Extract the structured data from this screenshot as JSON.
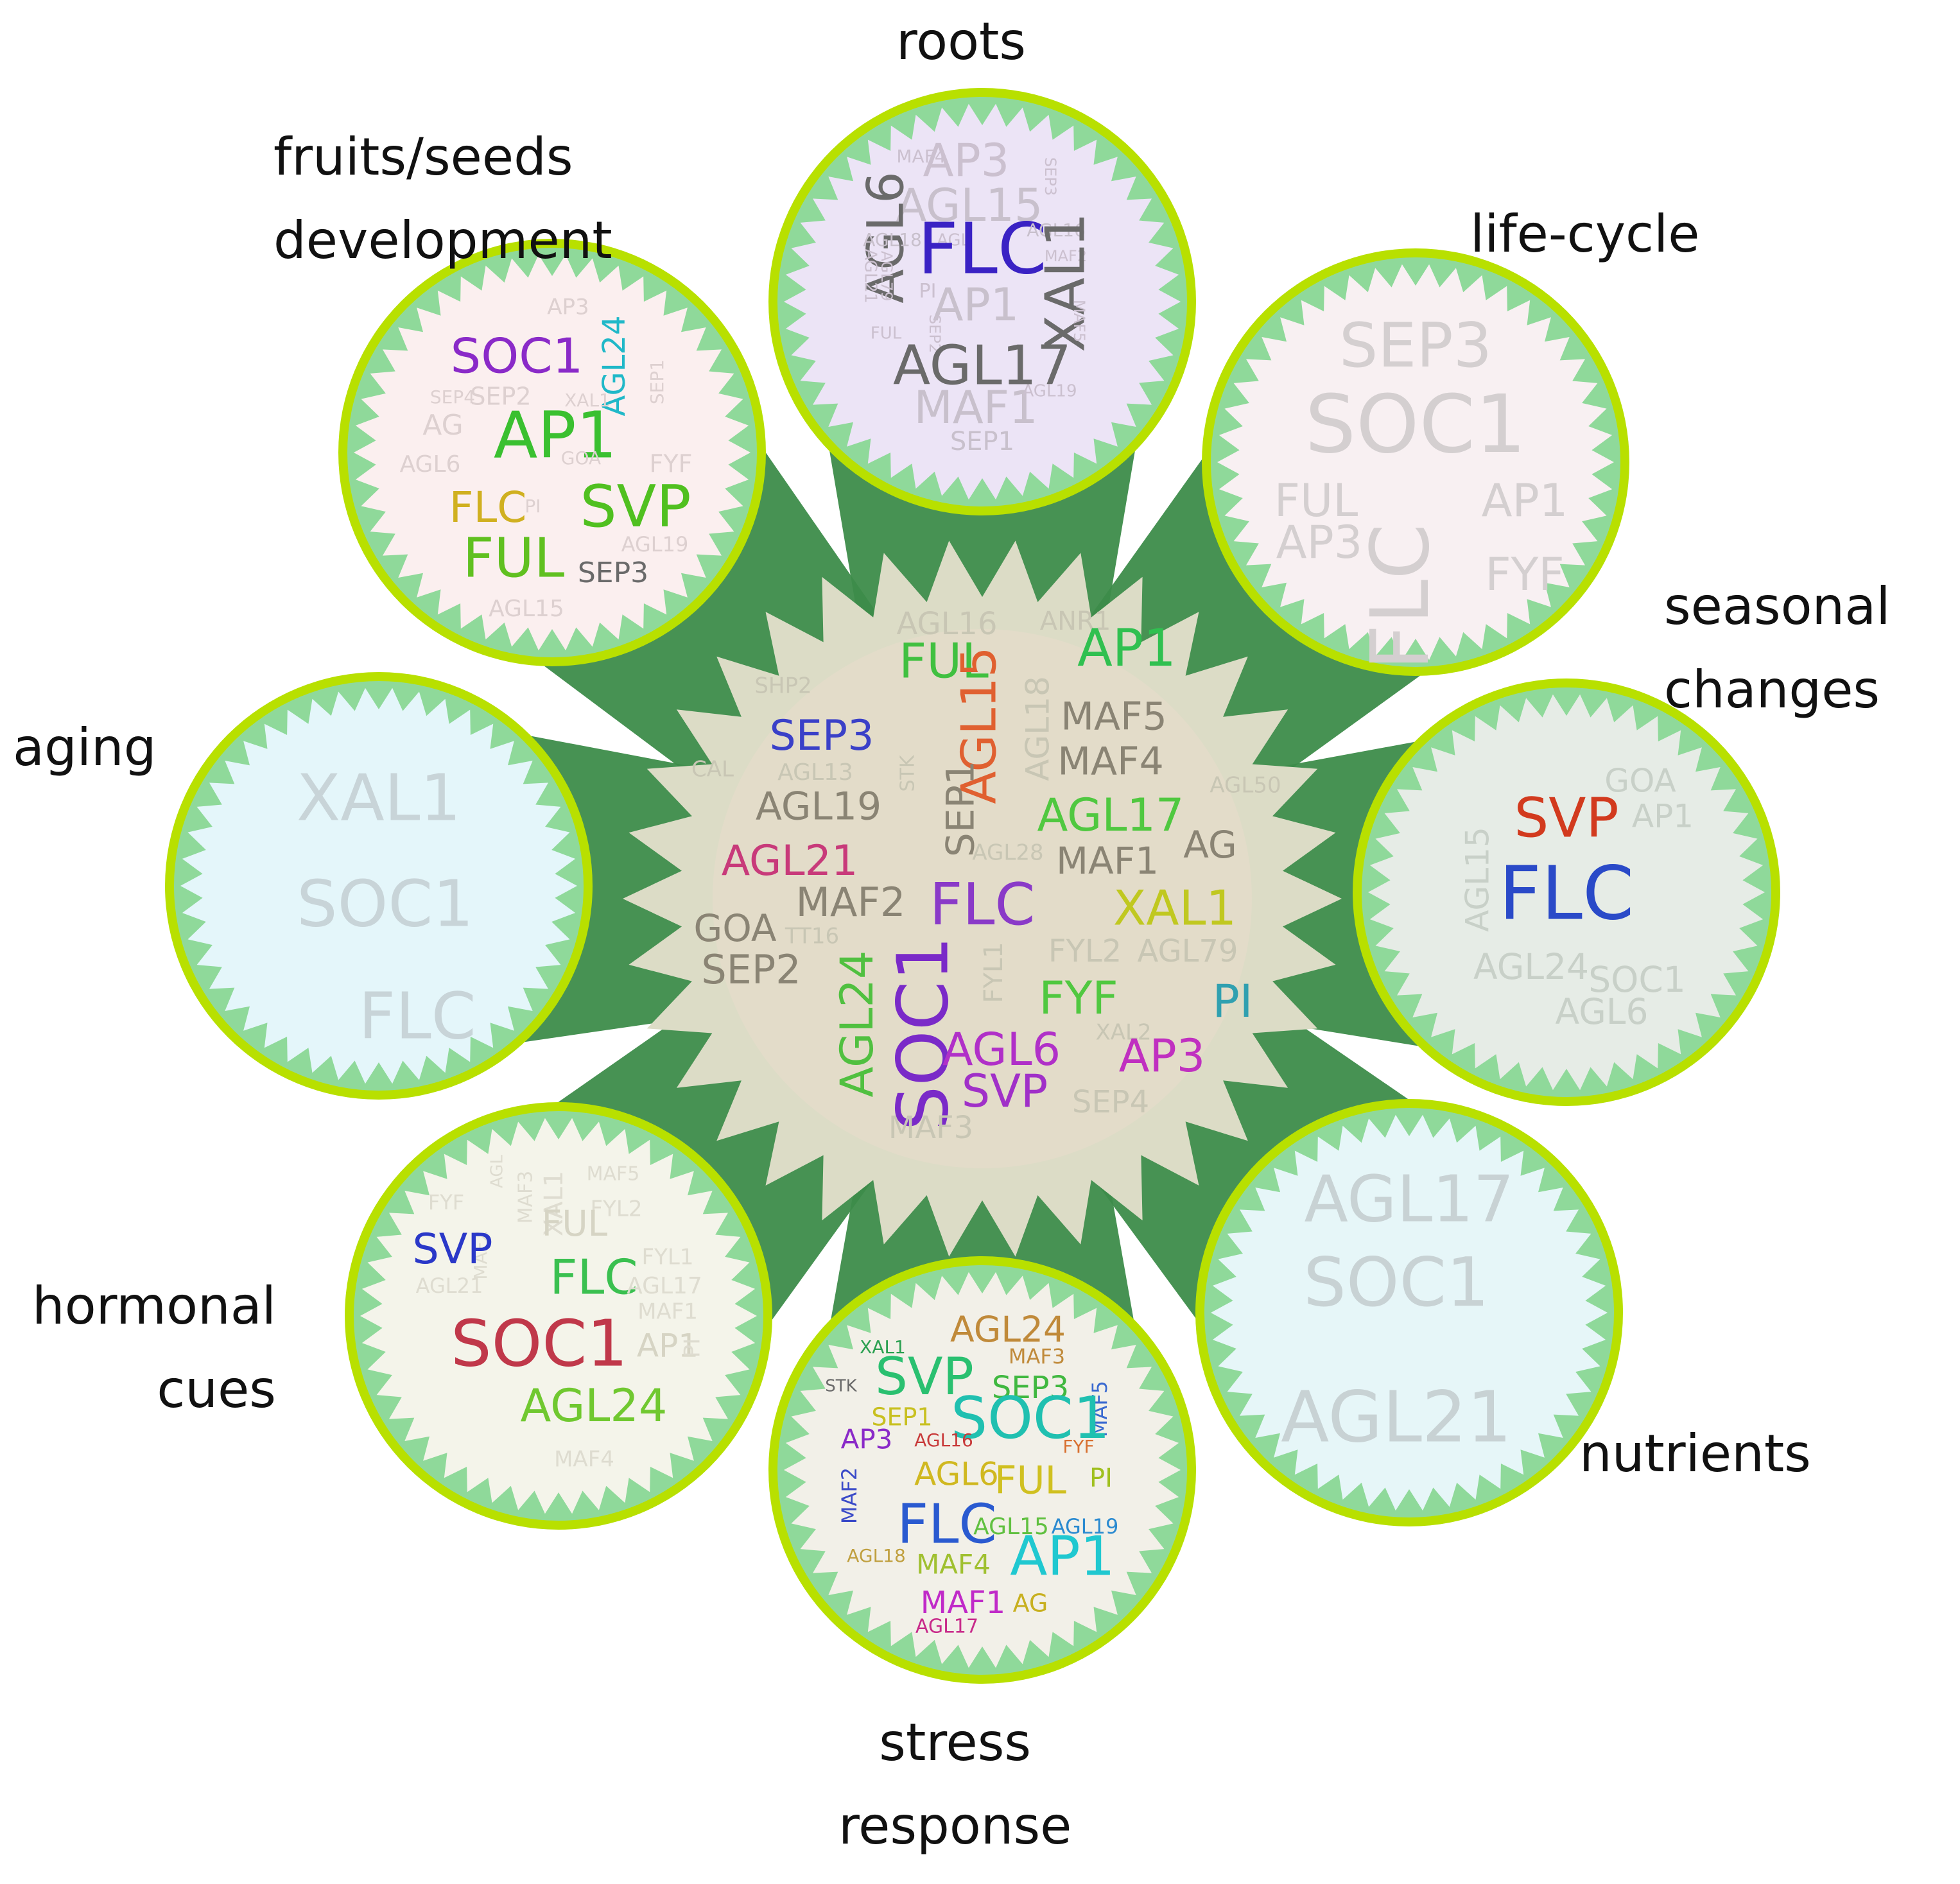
{
  "labels": {
    "roots": "roots",
    "life_cycle": "life-cycle",
    "seasonal": "seasonal\nchanges",
    "nutrients": "nutrients",
    "stress": "stress\nresponse",
    "hormonal": "hormonal\ncues",
    "aging": "aging",
    "fruits": "fruits/seeds\ndevelopment"
  },
  "colors": {
    "petal_dark": "#3d8c4a",
    "petal_light": "#8fd99a",
    "petal_rim": "#b8e000",
    "center_disk": "#dcdcc6"
  },
  "petals": [
    {
      "id": "roots",
      "fill": "#ece4f6",
      "words": [
        {
          "t": "MAF4",
          "c": "#cbc0cf"
        },
        {
          "t": "AP3",
          "c": "#cbc0cf"
        },
        {
          "t": "SEP3",
          "c": "#cbc0cf"
        },
        {
          "t": "AGL15",
          "c": "#c8c0cc"
        },
        {
          "t": "AGL6",
          "c": "#6a6a6a"
        },
        {
          "t": "AGL18",
          "c": "#c8c0cc"
        },
        {
          "t": "AGL",
          "c": "#cbc0cf"
        },
        {
          "t": "FLC",
          "c": "#3a22c4"
        },
        {
          "t": "AGL16",
          "c": "#c8c0cc"
        },
        {
          "t": "MAF2",
          "c": "#cbc0cf"
        },
        {
          "t": "XAL1",
          "c": "#6a6a6a"
        },
        {
          "t": "AGL21",
          "c": "#cbc0cf"
        },
        {
          "t": "AGL79",
          "c": "#cbc0cf"
        },
        {
          "t": "PI",
          "c": "#cbc0cf"
        },
        {
          "t": "AP1",
          "c": "#c8c0cc"
        },
        {
          "t": "FUL",
          "c": "#cbc0cf"
        },
        {
          "t": "SEP2",
          "c": "#cbc0cf"
        },
        {
          "t": "MAF5",
          "c": "#cbc0cf"
        },
        {
          "t": "AGL17",
          "c": "#6a6a6a"
        },
        {
          "t": "MAF1",
          "c": "#c8c0cc"
        },
        {
          "t": "AGL19",
          "c": "#cbc0cf"
        },
        {
          "t": "SEP1",
          "c": "#c8c0cc"
        }
      ]
    },
    {
      "id": "life_cycle",
      "fill": "#f8f0f2",
      "words": [
        {
          "t": "SEP3",
          "c": "#d4cfd0"
        },
        {
          "t": "SOC1",
          "c": "#d4cfd0"
        },
        {
          "t": "FUL",
          "c": "#d4cfd0"
        },
        {
          "t": "FLC",
          "c": "#d4cfd0"
        },
        {
          "t": "AP1",
          "c": "#d4cfd0"
        },
        {
          "t": "AP3",
          "c": "#d4cfd0"
        },
        {
          "t": "FYF",
          "c": "#d4cfd0"
        }
      ]
    },
    {
      "id": "seasonal",
      "fill": "#e6ece6",
      "words": [
        {
          "t": "GOA",
          "c": "#c8d0c8"
        },
        {
          "t": "SVP",
          "c": "#d23a1e"
        },
        {
          "t": "AP1",
          "c": "#c8d0c8"
        },
        {
          "t": "AGL15",
          "c": "#c8d0c8"
        },
        {
          "t": "FLC",
          "c": "#2a4ac8"
        },
        {
          "t": "AGL24",
          "c": "#c8d0c8"
        },
        {
          "t": "SOC1",
          "c": "#c8d0c8"
        },
        {
          "t": "AGL6",
          "c": "#c8d0c8"
        }
      ]
    },
    {
      "id": "nutrients",
      "fill": "#e6f6f8",
      "words": [
        {
          "t": "AGL17",
          "c": "#c8d2d4"
        },
        {
          "t": "SOC1",
          "c": "#c8d2d4"
        },
        {
          "t": "AGL21",
          "c": "#c8d2d4"
        }
      ]
    },
    {
      "id": "stress",
      "fill": "#f2f0e8",
      "words": [
        {
          "t": "AGL24",
          "c": "#c08a3a"
        },
        {
          "t": "XAL1",
          "c": "#2aa050"
        },
        {
          "t": "MAF3",
          "c": "#c08a3a"
        },
        {
          "t": "STK",
          "c": "#6a6a6a"
        },
        {
          "t": "SVP",
          "c": "#2ac070"
        },
        {
          "t": "SEP3",
          "c": "#40b840"
        },
        {
          "t": "MAF5",
          "c": "#3a6ad0"
        },
        {
          "t": "SEP1",
          "c": "#c8c020"
        },
        {
          "t": "SOC1",
          "c": "#20c0b0"
        },
        {
          "t": "AP3",
          "c": "#8a2ac8"
        },
        {
          "t": "AGL16",
          "c": "#c83a3a"
        },
        {
          "t": "FYF",
          "c": "#d87030"
        },
        {
          "t": "MAF2",
          "c": "#3a4ac8"
        },
        {
          "t": "AGL6",
          "c": "#d0b820"
        },
        {
          "t": "FUL",
          "c": "#d0c020"
        },
        {
          "t": "PI",
          "c": "#a0c020"
        },
        {
          "t": "FLC",
          "c": "#2a5ad0"
        },
        {
          "t": "AGL15",
          "c": "#60c040"
        },
        {
          "t": "AGL19",
          "c": "#2a8ad0"
        },
        {
          "t": "AGL18",
          "c": "#c0a040"
        },
        {
          "t": "MAF4",
          "c": "#a0c030"
        },
        {
          "t": "AP1",
          "c": "#20c8d0"
        },
        {
          "t": "MAF1",
          "c": "#c02ac8"
        },
        {
          "t": "AG",
          "c": "#c8b020"
        },
        {
          "t": "AGL17",
          "c": "#c82a8a"
        }
      ]
    },
    {
      "id": "hormonal",
      "fill": "#f4f4ea",
      "words": [
        {
          "t": "AGL",
          "c": "#dedcd0"
        },
        {
          "t": "MAF3",
          "c": "#dedcd0"
        },
        {
          "t": "XAL1",
          "c": "#dedcd0"
        },
        {
          "t": "MAF5",
          "c": "#dedcd0"
        },
        {
          "t": "FYF",
          "c": "#dedcd0"
        },
        {
          "t": "MAF2",
          "c": "#dedcd0"
        },
        {
          "t": "FYL2",
          "c": "#dedcd0"
        },
        {
          "t": "FUL",
          "c": "#d6d4c4"
        },
        {
          "t": "SVP",
          "c": "#2a38c8"
        },
        {
          "t": "FYL1",
          "c": "#dedcd0"
        },
        {
          "t": "FLC",
          "c": "#3ac050"
        },
        {
          "t": "AGL21",
          "c": "#dedcd0"
        },
        {
          "t": "AGL17",
          "c": "#dedcd0"
        },
        {
          "t": "MAF1",
          "c": "#dedcd0"
        },
        {
          "t": "SOC1",
          "c": "#c0384a"
        },
        {
          "t": "AP1",
          "c": "#d6d4c4"
        },
        {
          "t": "PI",
          "c": "#dedcd0"
        },
        {
          "t": "AGL24",
          "c": "#70c830"
        },
        {
          "t": "MAF4",
          "c": "#dedcd0"
        }
      ]
    },
    {
      "id": "aging",
      "fill": "#e4f6fa",
      "words": [
        {
          "t": "XAL1",
          "c": "#c8d4d8"
        },
        {
          "t": "SOC1",
          "c": "#c8d4d8"
        },
        {
          "t": "FLC",
          "c": "#c8d4d8"
        }
      ]
    },
    {
      "id": "fruits",
      "fill": "#fbefef",
      "words": [
        {
          "t": "AP3",
          "c": "#ddd0d0"
        },
        {
          "t": "SOC1",
          "c": "#8a2ac8"
        },
        {
          "t": "AGL24",
          "c": "#20b8c8"
        },
        {
          "t": "SEP4",
          "c": "#ddd0d0"
        },
        {
          "t": "SEP2",
          "c": "#ddd0d0"
        },
        {
          "t": "XAL1",
          "c": "#ddd0d0"
        },
        {
          "t": "SEP1",
          "c": "#ddd0d0"
        },
        {
          "t": "AG",
          "c": "#ddd0d0"
        },
        {
          "t": "AP1",
          "c": "#3ac030"
        },
        {
          "t": "AGL6",
          "c": "#ddd0d0"
        },
        {
          "t": "GOA",
          "c": "#ddd0d0"
        },
        {
          "t": "FYF",
          "c": "#ddd0d0"
        },
        {
          "t": "FLC",
          "c": "#d0b020"
        },
        {
          "t": "PI",
          "c": "#ddd0d0"
        },
        {
          "t": "SVP",
          "c": "#50c020"
        },
        {
          "t": "AGL19",
          "c": "#ddd0d0"
        },
        {
          "t": "FUL",
          "c": "#60c020"
        },
        {
          "t": "SEP3",
          "c": "#6a6a6a"
        },
        {
          "t": "AGL15",
          "c": "#ddd0d0"
        }
      ]
    }
  ],
  "center_words": [
    {
      "t": "AGL16",
      "c": "#c8c6b4"
    },
    {
      "t": "ANR1",
      "c": "#c8c6b4"
    },
    {
      "t": "FUL",
      "c": "#40c040"
    },
    {
      "t": "AP1",
      "c": "#30c050"
    },
    {
      "t": "SHP2",
      "c": "#c8c6b4"
    },
    {
      "t": "AGL15",
      "c": "#e06030"
    },
    {
      "t": "AGL18",
      "c": "#c8c6b4"
    },
    {
      "t": "SEP3",
      "c": "#3a40c8"
    },
    {
      "t": "MAF5",
      "c": "#8a8474"
    },
    {
      "t": "CAL",
      "c": "#c8c6b4"
    },
    {
      "t": "AGL13",
      "c": "#c8c6b4"
    },
    {
      "t": "STK",
      "c": "#c8c6b4"
    },
    {
      "t": "SEP1",
      "c": "#8a8474"
    },
    {
      "t": "MAF4",
      "c": "#8a8474"
    },
    {
      "t": "AGL50",
      "c": "#c8c6b4"
    },
    {
      "t": "AGL19",
      "c": "#8a8474"
    },
    {
      "t": "AGL17",
      "c": "#50c840"
    },
    {
      "t": "AGL21",
      "c": "#c83a7a"
    },
    {
      "t": "AGL28",
      "c": "#c8c6b4"
    },
    {
      "t": "MAF1",
      "c": "#8a8474"
    },
    {
      "t": "AG",
      "c": "#8a8474"
    },
    {
      "t": "MAF2",
      "c": "#8a8474"
    },
    {
      "t": "FLC",
      "c": "#8a3ac8"
    },
    {
      "t": "XAL1",
      "c": "#c0c820"
    },
    {
      "t": "GOA",
      "c": "#8a8474"
    },
    {
      "t": "TT16",
      "c": "#c8c6b4"
    },
    {
      "t": "FYL2",
      "c": "#c8c6b4"
    },
    {
      "t": "AGL79",
      "c": "#c8c6b4"
    },
    {
      "t": "SEP2",
      "c": "#8a8474"
    },
    {
      "t": "AGL24",
      "c": "#50c040"
    },
    {
      "t": "SOC1",
      "c": "#7a2ac8"
    },
    {
      "t": "FYL1",
      "c": "#c8c6b4"
    },
    {
      "t": "FYF",
      "c": "#50c840"
    },
    {
      "t": "PI",
      "c": "#30a0b0"
    },
    {
      "t": "XAL2",
      "c": "#c8c6b4"
    },
    {
      "t": "AGL6",
      "c": "#b030c8"
    },
    {
      "t": "AP3",
      "c": "#c030c0"
    },
    {
      "t": "SVP",
      "c": "#a030c8"
    },
    {
      "t": "SEP4",
      "c": "#c8c6b4"
    },
    {
      "t": "MAF3",
      "c": "#c8c6b4"
    }
  ]
}
